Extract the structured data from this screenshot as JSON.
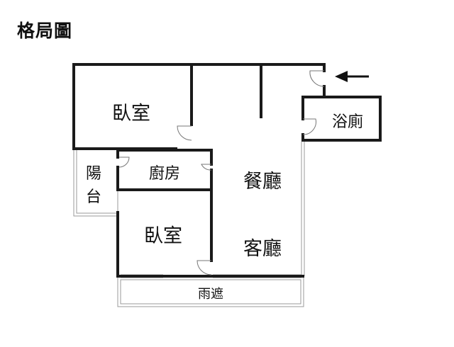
{
  "title": "格局圖",
  "rooms": {
    "bedroom_top": "臥室",
    "bedroom_bottom": "臥室",
    "bathroom": "浴廁",
    "kitchen": "廚房",
    "balcony_line1": "陽",
    "balcony_line2": "台",
    "dining": "餐廳",
    "living": "客廳",
    "canopy": "雨遮"
  },
  "icons": {
    "entrance": "arrow-left-icon"
  }
}
